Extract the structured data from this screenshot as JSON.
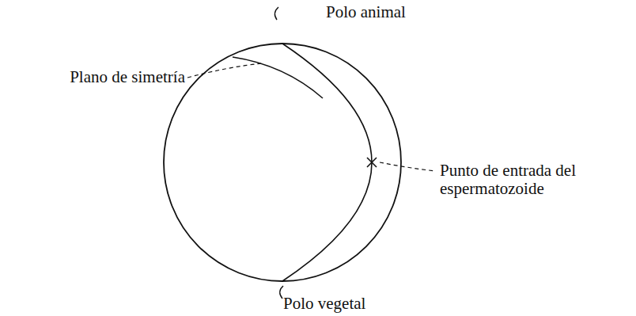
{
  "diagram": {
    "labels": [
      "Polo animal",
      "Plano de simetría",
      "Punto de entrada del espermatozoide",
      "Polo vegetal"
    ]
  }
}
